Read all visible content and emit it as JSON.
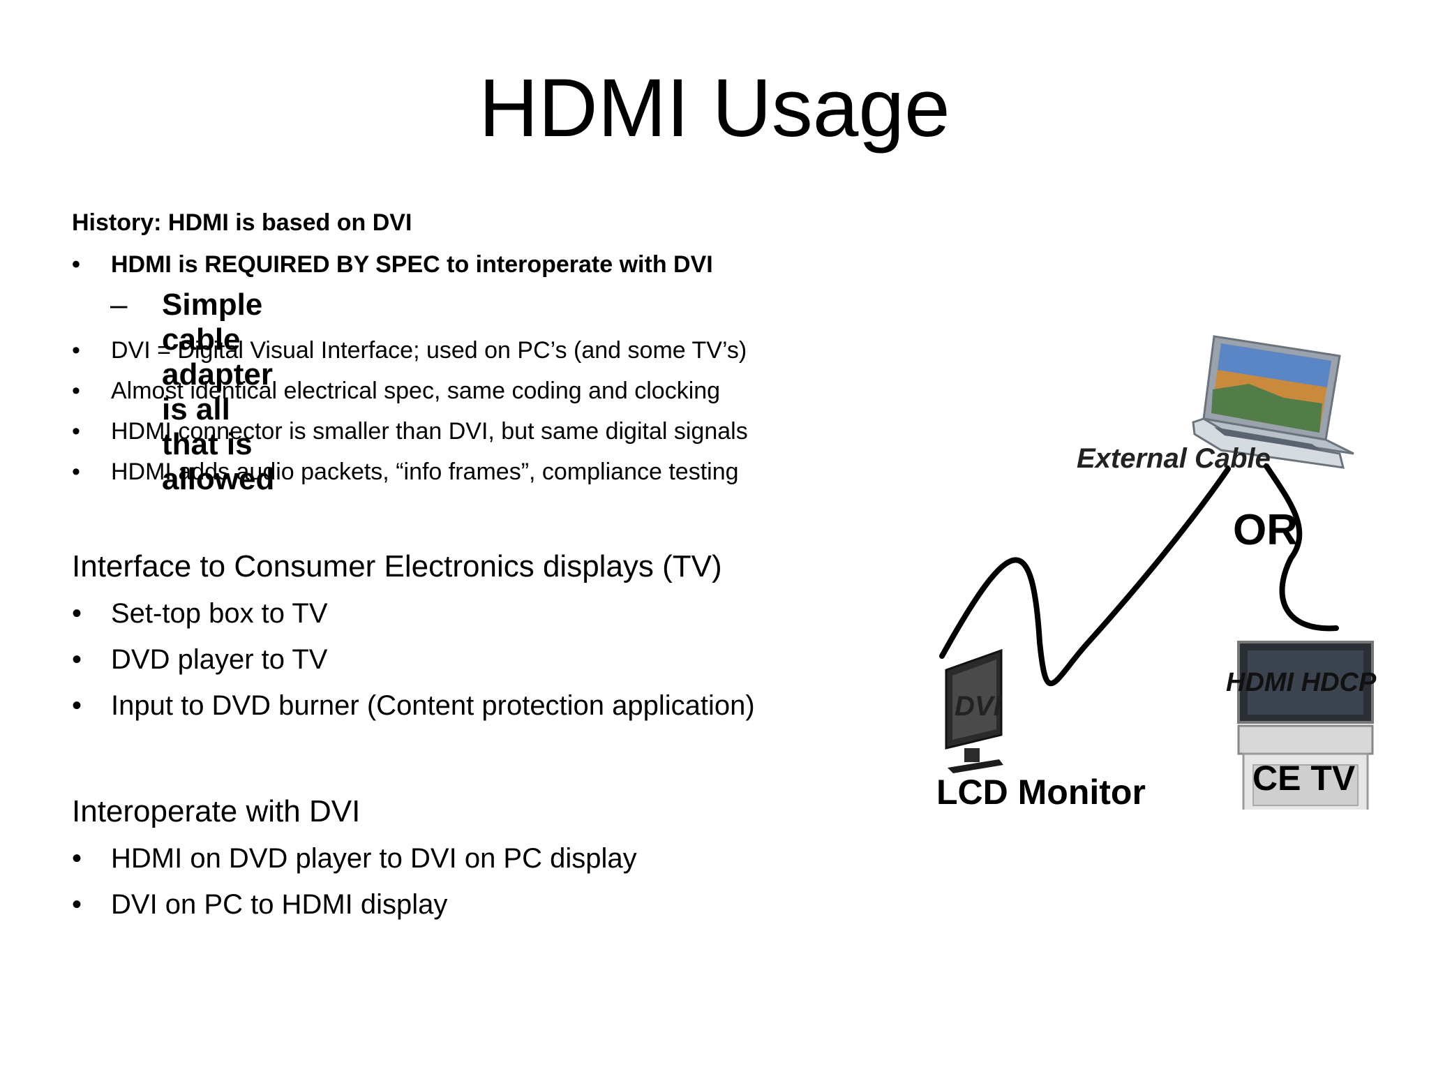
{
  "slide": {
    "title": "HDMI Usage",
    "history": {
      "heading": "History: HDMI is based on DVI",
      "bullets": [
        {
          "text": "HDMI is REQUIRED BY SPEC to interoperate with DVI"
        },
        {
          "text": "DVI = Digital Visual Interface; used on PC’s (and some TV’s)"
        },
        {
          "text": "Almost identical electrical spec, same coding and clocking"
        },
        {
          "text": "HDMI connector is smaller than DVI, but same digital signals"
        },
        {
          "text": "HDMI adds audio packets, “info frames”, compliance testing"
        }
      ],
      "sub_bullet": "Simple cable adapter is all that is allowed",
      "dash": "–",
      "bullet_char": "•"
    },
    "consumer": {
      "heading": "Interface to Consumer Electronics displays (TV)",
      "bullets": [
        "Set-top box to TV",
        "DVD player to TV",
        "Input to DVD burner (Content protection application)"
      ]
    },
    "interop": {
      "heading": "Interoperate with DVI",
      "bullets": [
        "HDMI on DVD player to DVI on PC display",
        "DVI on PC to HDMI display"
      ]
    }
  },
  "diagram": {
    "external_cable": "External Cable",
    "or": "OR",
    "dvi": "DVI",
    "hdmi_hdcp": "HDMI HDCP",
    "lcd_monitor": "LCD Monitor",
    "ce_tv": "CE TV"
  }
}
